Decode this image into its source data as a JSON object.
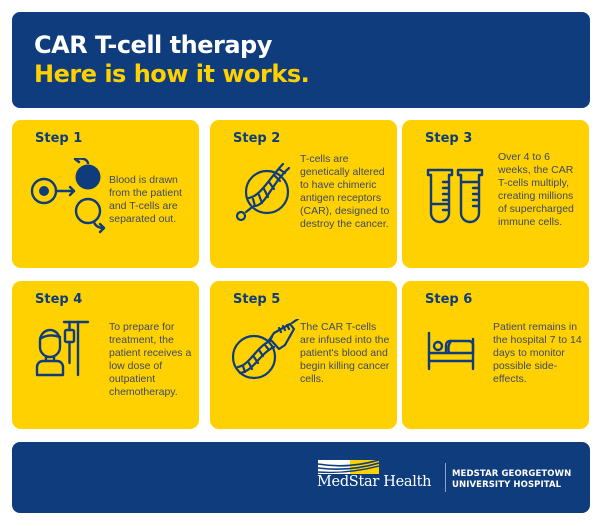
{
  "colors": {
    "navy": "#0e3c7c",
    "yellow": "#ffd100",
    "body_text": "#3d4a66",
    "white": "#ffffff"
  },
  "header": {
    "title": "CAR T-cell therapy",
    "subtitle": "Here is how it works."
  },
  "steps": [
    {
      "title": "Step 1",
      "icon": "blood-cells-separation-icon",
      "text": "Blood is drawn from the patient and T-cells are separated out."
    },
    {
      "title": "Step 2",
      "icon": "dna-modification-icon",
      "text": "T-cells are genetically altered to have chimeric antigen receptors (CAR), designed to destroy the cancer."
    },
    {
      "title": "Step 3",
      "icon": "test-tubes-icon",
      "text": "Over 4 to 6 weeks, the CAR T-cells multiply, creating millions of supercharged immune cells."
    },
    {
      "title": "Step 4",
      "icon": "patient-iv-drip-icon",
      "text": "To prepare for treatment, the patient receives a low dose of outpatient chemotherapy."
    },
    {
      "title": "Step 5",
      "icon": "dna-syringe-icon",
      "text": "The CAR T-cells are infused into the patient's blood and begin killing cancer cells."
    },
    {
      "title": "Step 6",
      "icon": "hospital-bed-icon",
      "text": "Patient remains in the hospital 7 to 14 days to monitor possible side-effects."
    }
  ],
  "footer": {
    "brand": "MedStar Health",
    "hospital_line1": "MEDSTAR GEORGETOWN",
    "hospital_line2": "UNIVERSITY HOSPITAL"
  }
}
